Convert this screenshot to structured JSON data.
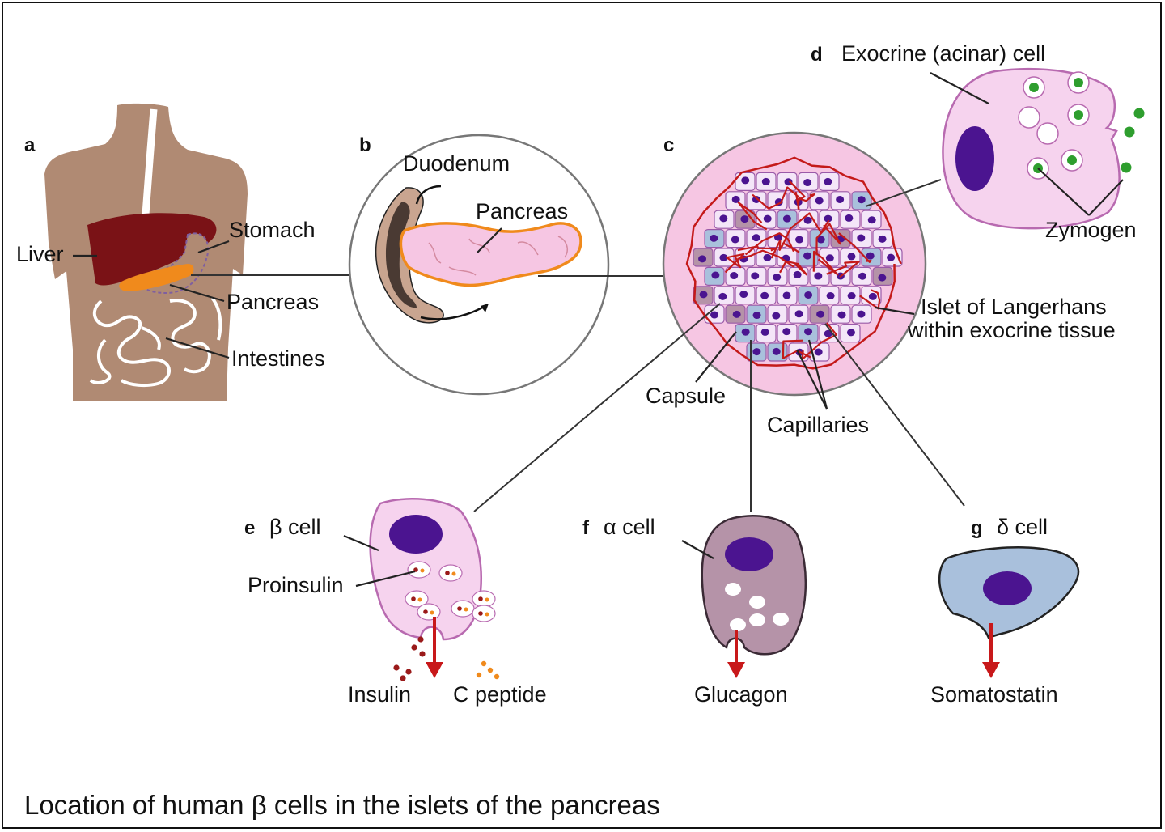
{
  "panels": {
    "a": "a",
    "b": "b",
    "c": "c",
    "d": "d",
    "e": "e",
    "f": "f",
    "g": "g"
  },
  "labels": {
    "liver": "Liver",
    "stomach": "Stomach",
    "pancreas_a": "Pancreas",
    "intestines": "Intestines",
    "duodenum": "Duodenum",
    "pancreas_b": "Pancreas",
    "exocrine_cell": "Exocrine (acinar) cell",
    "zymogen": "Zymogen",
    "islet_line1": "Islet of Langerhans",
    "islet_line2": "within exocrine tissue",
    "capsule": "Capsule",
    "capillaries": "Capillaries",
    "beta_cell": "β cell",
    "alpha_cell": "α cell",
    "delta_cell": "δ cell",
    "proinsulin": "Proinsulin",
    "insulin": "Insulin",
    "c_peptide": "C peptide",
    "glucagon": "Glucagon",
    "somatostatin": "Somatostatin"
  },
  "caption": "Location of human β cells in the islets of the pancreas",
  "colors": {
    "body": "#b08a73",
    "liver": "#7a1216",
    "pancreas_orange": "#f08a1c",
    "cell_pink": "#f6d3ee",
    "cell_outline": "#b86ab0",
    "nucleus": "#4b1490",
    "alpha_cell": "#b593a8",
    "delta_cell": "#a9c0dc",
    "capillary_red": "#c41a1a",
    "zymogen_green": "#2e9e2e",
    "arrow_red": "#c8181a"
  }
}
